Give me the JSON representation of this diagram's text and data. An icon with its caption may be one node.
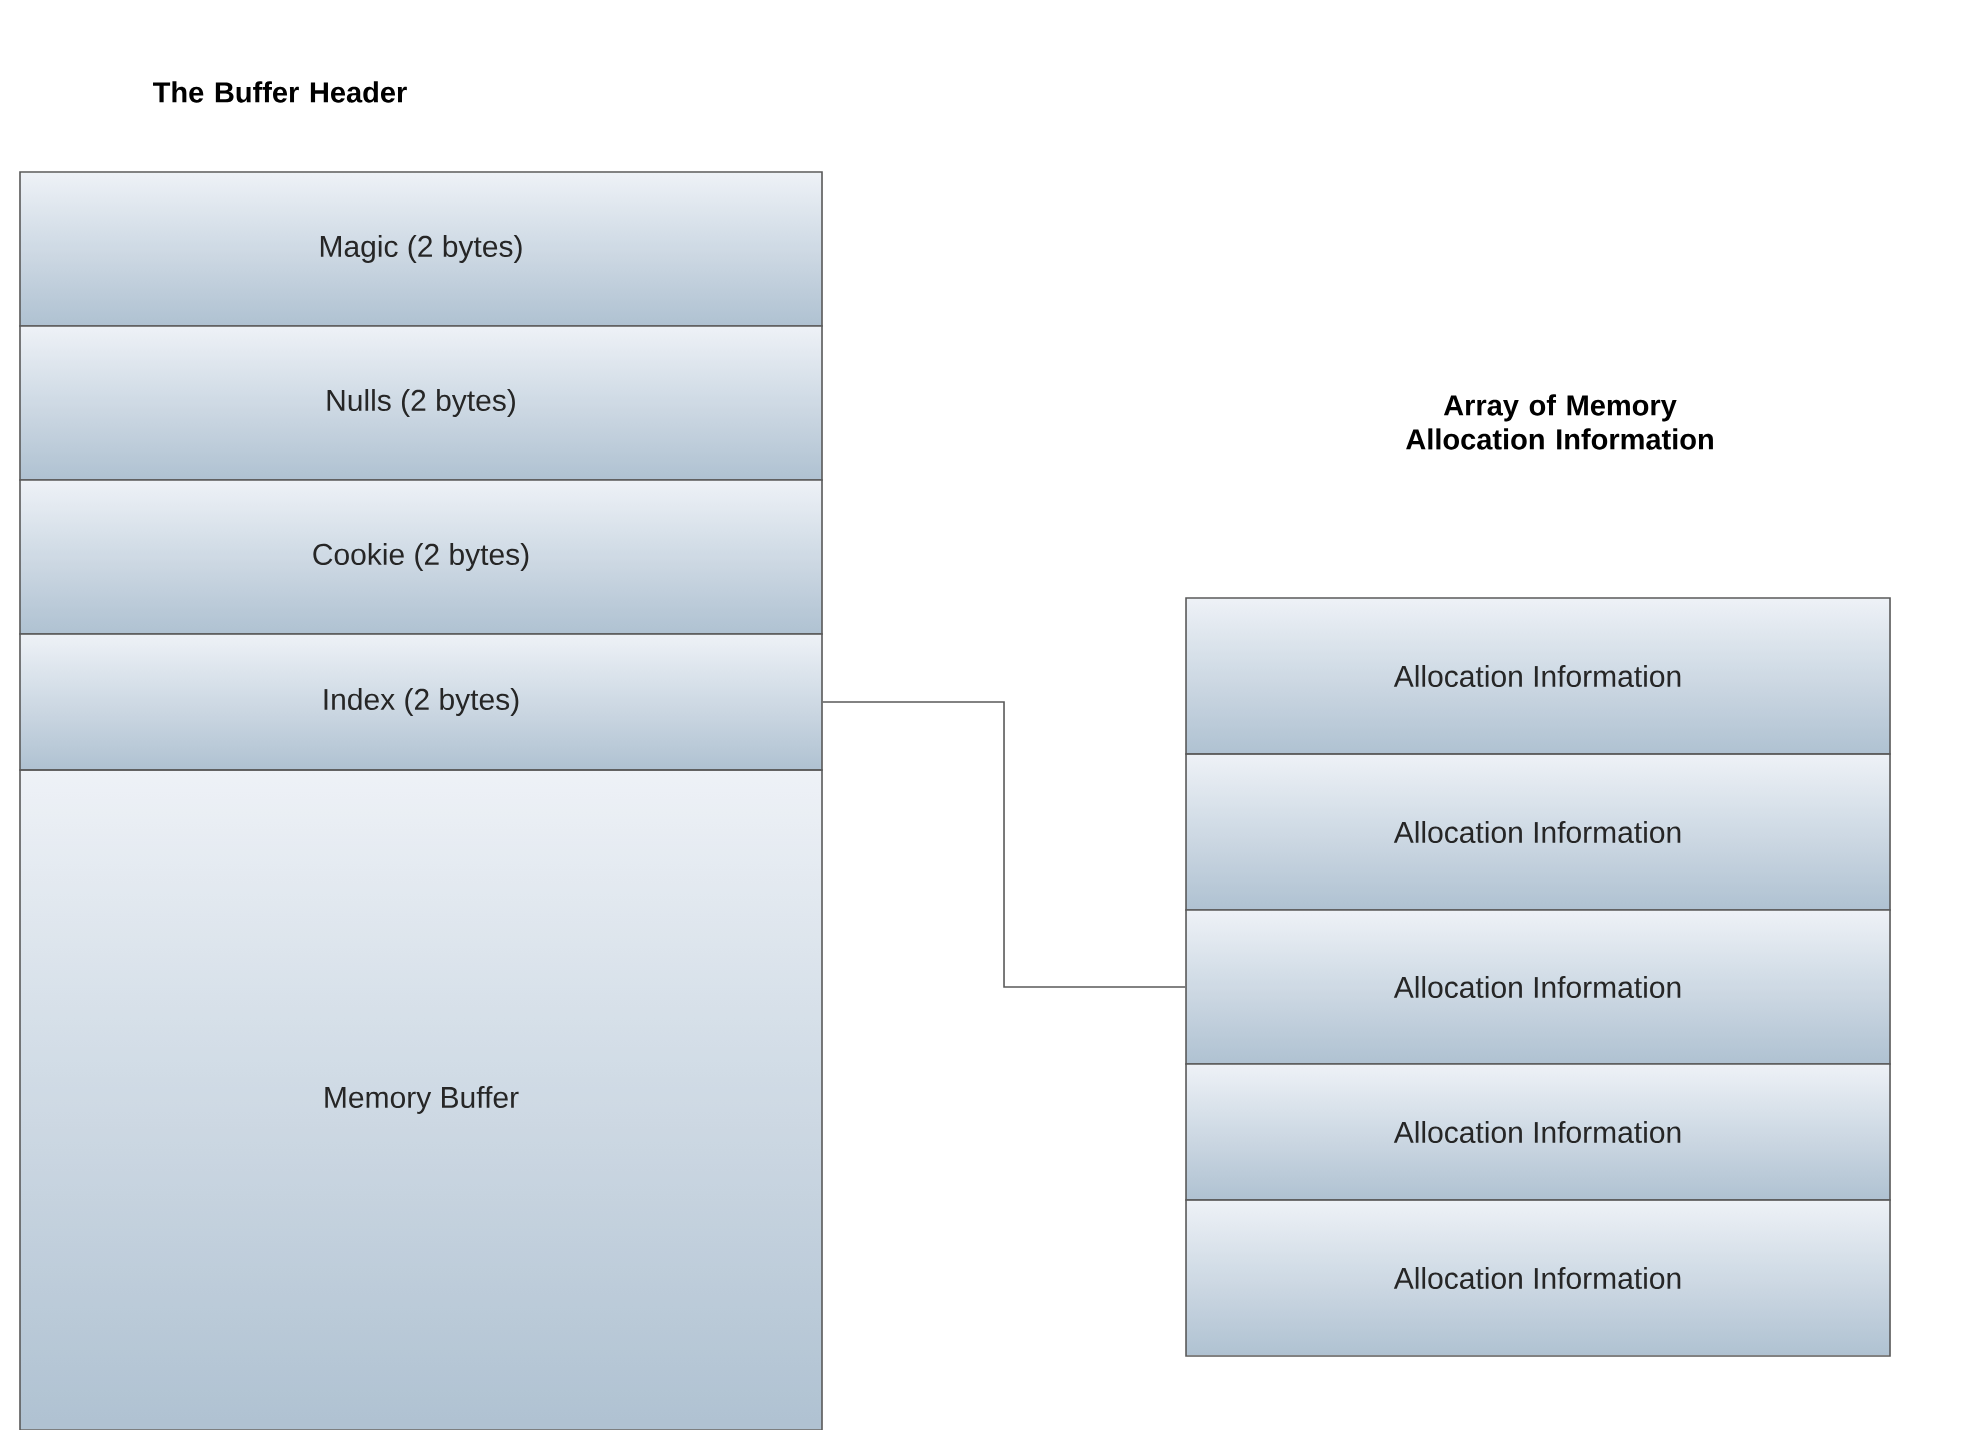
{
  "diagram": {
    "nodes": [
      {
        "text": [
          "Magic (2 bytes)"
        ]
      },
      {
        "text": [
          "Nulls (2 bytes)"
        ]
      },
      {
        "text": [
          "Cookie (2 bytes)"
        ]
      },
      {
        "text": [
          "Index (2 bytes)"
        ]
      },
      {
        "text": [
          "Memory Buffer"
        ]
      },
      {
        "text": [
          "Allocation Information"
        ]
      },
      {
        "text": [
          "Allocation Information"
        ]
      },
      {
        "text": [
          "Allocation Information"
        ]
      },
      {
        "text": [
          "Allocation Information"
        ]
      },
      {
        "text": [
          "Allocation Information"
        ]
      }
    ],
    "edges": [
      {
        "from": 3,
        "to": 7,
        "arrow": "none"
      }
    ],
    "labels": [
      "The Buffer Header",
      "Array of Memory Allocation Information"
    ]
  }
}
